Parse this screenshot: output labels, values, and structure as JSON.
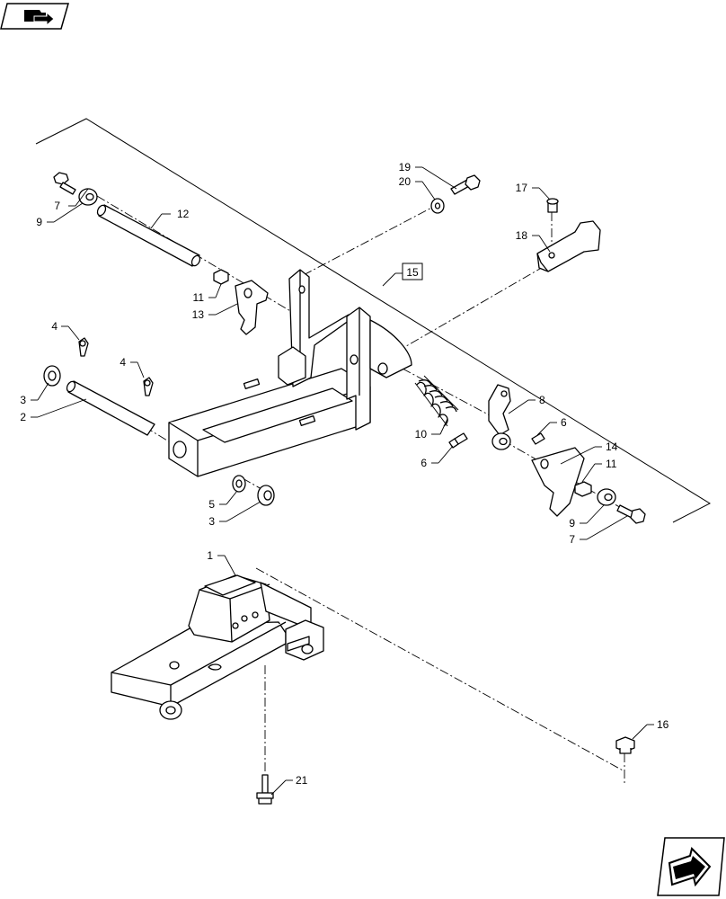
{
  "callouts": {
    "c1": "1",
    "c2": "2",
    "c3a": "3",
    "c3b": "3",
    "c4a": "4",
    "c4b": "4",
    "c5": "5",
    "c6a": "6",
    "c6b": "6",
    "c7a": "7",
    "c7b": "7",
    "c8": "8",
    "c9a": "9",
    "c9b": "9",
    "c10": "10",
    "c11a": "11",
    "c11b": "11",
    "c12": "12",
    "c13": "13",
    "c14": "14",
    "c15": "15",
    "c16": "16",
    "c17": "17",
    "c18": "18",
    "c19": "19",
    "c20": "20",
    "c21": "21"
  },
  "icons": {
    "top_left": "folder-arrow-icon",
    "bottom_right": "next-page-arrow-icon"
  }
}
